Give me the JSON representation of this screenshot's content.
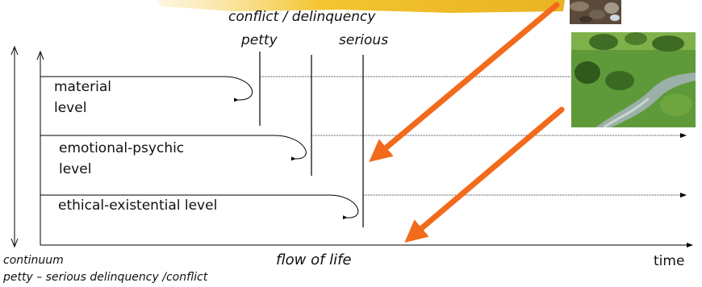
{
  "header": {
    "title": "conflict / delinquency",
    "petty": "petty",
    "serious": "serious"
  },
  "levels": [
    {
      "line1": "material",
      "line2": "level"
    },
    {
      "line1": "emotional-psychic",
      "line2": "level"
    },
    {
      "line1": "ethical-existential level",
      "line2": ""
    }
  ],
  "axes": {
    "x_label": "flow of life",
    "x_end": "time",
    "y_label_1": "continuum",
    "y_label_2": "petty – serious delinquency /conflict"
  },
  "images": {
    "top_photo": "rocky stream bed photo",
    "bottom_photo": "meadow brook photo"
  },
  "colors": {
    "arrow": "#f26a1b",
    "banner": "#f4c430",
    "line": "#000000"
  }
}
